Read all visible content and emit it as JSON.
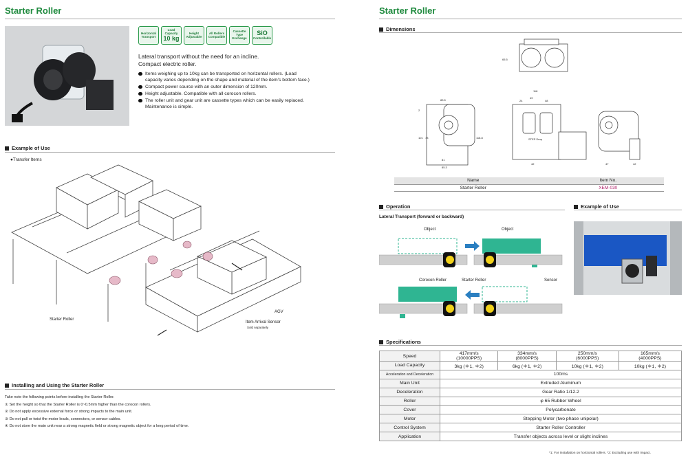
{
  "left": {
    "title": "Starter Roller",
    "badges": [
      {
        "text": "Horizontal Transport"
      },
      {
        "text": "Load Capacity",
        "value": "10 kg"
      },
      {
        "text": "Height Adjustable"
      },
      {
        "text": "All Rollers Compatible"
      },
      {
        "text": "Cassette Type Exchange"
      },
      {
        "text": "Controllable",
        "value": "SiO"
      }
    ],
    "intro_line1": "Lateral transport without the need for an incline.",
    "intro_line2": "Compact electric roller.",
    "bullets": [
      "Items weighing up to 10kg can be transported on horizontal rollers. (Load capacity varies depending on the shape and material of the item's bottom face.)",
      "Compact power source with an outer dimension of 120mm.",
      "Height adjustable. Compatible with all corocon rollers.",
      "The roller unit and gear unit are cassette types which can be easily replaced. Maintenance is simple."
    ],
    "example_heading": "Example of Use",
    "example_sub": "●Transfer Items",
    "labels": {
      "starter_roller": "Starter Roller",
      "agv": "AGV",
      "sensor": "Item Arrival Sensor",
      "sensor_note": "Sold separately"
    },
    "install_heading": "Installing and Using the Starter Roller",
    "install_intro": "Take note the following points before installing the Starter Roller.",
    "install_notes": [
      "① Set the height so that the Starter Roller is 0~0.5mm higher than the corocon rollers.",
      "② Do not apply excessive external force or strong impacts to the main unit.",
      "③ Do not pull or twist the motor leads, connectors, or sensor cables.",
      "④ Do not store the main unit near a strong magnetic field or strong magnetic object for a long period of time."
    ]
  },
  "right": {
    "title": "Starter Roller",
    "dimensions_heading": "Dimensions",
    "dim_labels": [
      "65.5",
      "83.5",
      "2",
      "101",
      "73",
      "118.8",
      "81",
      "85.3",
      "118",
      "49",
      "24",
      "48",
      "STEP Drop",
      "42",
      "47",
      "42"
    ],
    "dim_table": {
      "headers": [
        "Name",
        "Item No."
      ],
      "rows": [
        [
          "Starter Roller",
          "XEM-030"
        ]
      ]
    },
    "operation_heading": "Operation",
    "operation_sub": "Lateral Transport (forward or backward)",
    "op_labels": {
      "object": "Object",
      "corocon": "Corocon Roller",
      "starter": "Starter Roller",
      "sensor": "Sensor"
    },
    "example_heading": "Example of Use",
    "spec_heading": "Specifications",
    "spec": {
      "speed_label": "Speed",
      "speeds": [
        [
          "417mm/s",
          "(10000PPS)"
        ],
        [
          "334mm/s",
          "(8000PPS)"
        ],
        [
          "250mm/s",
          "(6000PPS)"
        ],
        [
          "165mm/s",
          "(4000PPS)"
        ]
      ],
      "load_label": "Load Capacity",
      "loads": [
        "3kg (＊1, ＊2)",
        "6kg (＊1, ＊2)",
        "10kg (＊1, ＊2)",
        "10kg (＊1, ＊2)"
      ],
      "rows": [
        [
          "Acceleration and Deceleration",
          "100ms"
        ],
        [
          "Main Unit",
          "Extruded Aluminum"
        ],
        [
          "Deceleration",
          "Gear Ratio 1/12.2"
        ],
        [
          "Roller",
          "φ 65 Rubber Wheel"
        ],
        [
          "Cover",
          "Polycarbonate"
        ],
        [
          "Motor",
          "Stepping Motor (two phase unipolar)"
        ],
        [
          "Control System",
          "Starter Roller Controller"
        ],
        [
          "Application",
          "Transfer objects across level or slight inclines"
        ]
      ]
    },
    "footnote": "*1: For installation on horizontal rollers.  *2: Excluding use with impact."
  },
  "colors": {
    "title_green": "#1f8a3e",
    "teal": "#2fb592",
    "roller_yellow": "#f2d21a",
    "arrow_blue": "#2a7fc1"
  }
}
